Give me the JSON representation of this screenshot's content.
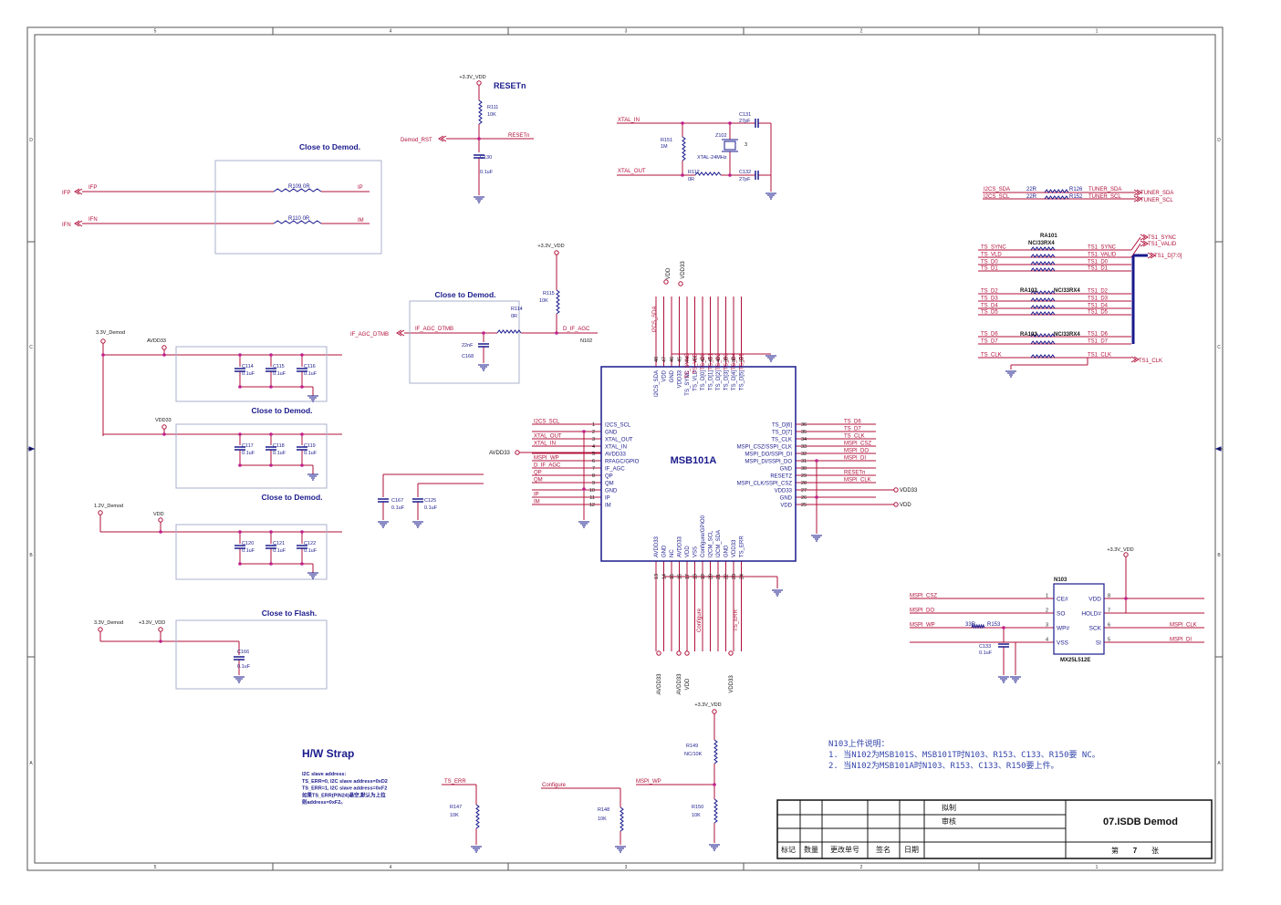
{
  "frame": {
    "col_marks": [
      "5",
      "4",
      "3",
      "2",
      "1"
    ],
    "row_marks": [
      "D",
      "C",
      "B",
      "A"
    ]
  },
  "titles": {
    "close1": "Close to Demod.",
    "close2": "Close to Demod.",
    "close3": "Close to Demod.",
    "close4": "Close to Flash.",
    "hw_strap": "H/W Strap",
    "reset": "RESETn"
  },
  "strap_notes": [
    "I2C slave address:",
    "TS_ERR=0, I2C slave address=0xD2",
    "TS_ERR=1, I2C slave address=0xF2",
    "如果TS_ERR(PIN24)悬空,默认为上拉",
    "则address=0xF2。"
  ],
  "n103_notes": [
    "N103上件说明：",
    "1. 当N102为MSB101S、MSB101T时N103、R153、C133、R150要 NC。",
    "2. 当N102为MSB101A时N103、R153、C133、R150要上件。"
  ],
  "title_block": {
    "draw": "拟制",
    "check": "审核",
    "sheet_title": "07.ISDB Demod",
    "hdr": [
      "标记",
      "数量",
      "更改单号",
      "签名",
      "日期"
    ],
    "page_a": "第",
    "page_n": "7",
    "page_b": "张"
  },
  "chip": {
    "name": "MSB101A",
    "ref": "N102",
    "left_pins": [
      {
        "n": "1",
        "name": "I2CS_SCL",
        "net": "I2CS_SCL"
      },
      {
        "n": "2",
        "name": "GND",
        "net": ""
      },
      {
        "n": "3",
        "name": "XTAL_OUT",
        "net": "XTAL_OUT"
      },
      {
        "n": "4",
        "name": "XTAL_IN",
        "net": "XTAL_IN"
      },
      {
        "n": "5",
        "name": "AVDD33",
        "net": ""
      },
      {
        "n": "6",
        "name": "RFAGC/GPIO",
        "net": "MSPI_WP"
      },
      {
        "n": "7",
        "name": "IF_AGC",
        "net": "D_IF_AGC"
      },
      {
        "n": "8",
        "name": "QP",
        "net": "QP"
      },
      {
        "n": "9",
        "name": "QM",
        "net": "QM"
      },
      {
        "n": "10",
        "name": "GND",
        "net": ""
      },
      {
        "n": "11",
        "name": "IP",
        "net": "IP"
      },
      {
        "n": "12",
        "name": "IM",
        "net": "IM"
      }
    ],
    "right_pins": [
      {
        "n": "36",
        "name": "TS_D[6]",
        "net": "TS_D6"
      },
      {
        "n": "35",
        "name": "TS_D[7]",
        "net": "TS_D7"
      },
      {
        "n": "34",
        "name": "TS_CLK",
        "net": "TS_CLK"
      },
      {
        "n": "33",
        "name": "MSPI_CSZ/SSPI_CLK",
        "net": "MSPI_CSZ"
      },
      {
        "n": "32",
        "name": "MSPI_DO/SSPI_DI",
        "net": "MSPI_DO"
      },
      {
        "n": "31",
        "name": "MSPI_DI/SSPI_DO",
        "net": "MSPI_DI"
      },
      {
        "n": "30",
        "name": "GND",
        "net": ""
      },
      {
        "n": "29",
        "name": "RESETZ",
        "net": "RESETn"
      },
      {
        "n": "28",
        "name": "MSPI_CLK/SSPI_CSZ",
        "net": "MSPI_CLK"
      },
      {
        "n": "27",
        "name": "VDD33",
        "net": ""
      },
      {
        "n": "26",
        "name": "GND",
        "net": ""
      },
      {
        "n": "25",
        "name": "VDD",
        "net": ""
      }
    ],
    "top_pins": [
      {
        "n": "48",
        "name": "I2CS_SDA",
        "net": "I2CS_SDA"
      },
      {
        "n": "47",
        "name": "VDD",
        "net": "VDD"
      },
      {
        "n": "46",
        "name": "GND",
        "net": ""
      },
      {
        "n": "45",
        "name": "VDD33",
        "net": "VDD33"
      },
      {
        "n": "44",
        "name": "TS_SYNC",
        "net": "TS_SYNC"
      },
      {
        "n": "43",
        "name": "TS_VLD",
        "net": "TS_VLD"
      },
      {
        "n": "42",
        "name": "TS_D[0]",
        "net": "TS_D0"
      },
      {
        "n": "41",
        "name": "TS_D[1]",
        "net": "TS_D1"
      },
      {
        "n": "40",
        "name": "TS_D[2]",
        "net": "TS_D2"
      },
      {
        "n": "39",
        "name": "TS_D[3]",
        "net": "TS_D3"
      },
      {
        "n": "38",
        "name": "TS_D[4]",
        "net": "TS_D4"
      },
      {
        "n": "37",
        "name": "TS_D[5]",
        "net": "TS_D5"
      }
    ],
    "bottom_pins": [
      {
        "n": "13",
        "name": "AVDD33",
        "net": "AVDD33"
      },
      {
        "n": "14",
        "name": "GND",
        "net": ""
      },
      {
        "n": "15",
        "name": "NC",
        "net": ""
      },
      {
        "n": "16",
        "name": "AVDD33",
        "net": "AVDD33"
      },
      {
        "n": "17",
        "name": "VDD",
        "net": "VDD"
      },
      {
        "n": "18",
        "name": "VSS",
        "net": ""
      },
      {
        "n": "19",
        "name": "Configure/GPIO0",
        "net": "Configure"
      },
      {
        "n": "20",
        "name": "I2CM_SCL",
        "net": ""
      },
      {
        "n": "21",
        "name": "I2CM_SDA",
        "net": ""
      },
      {
        "n": "22",
        "name": "GND",
        "net": ""
      },
      {
        "n": "23",
        "name": "VDD33",
        "net": "VDD33"
      },
      {
        "n": "24",
        "name": "TS_ERR",
        "net": "TS_ERR"
      }
    ],
    "side_labels": {
      "avdd33": "AVDD33",
      "vdd33": "VDD33",
      "vdd": "VDD"
    }
  },
  "flash": {
    "ref": "N103",
    "part": "MX25L512E",
    "left_pins": [
      {
        "n": "1",
        "name": "CE#",
        "net": "MSPI_CSZ"
      },
      {
        "n": "2",
        "name": "SO",
        "net": "MSPI_DO"
      },
      {
        "n": "3",
        "name": "WP#",
        "net": "MSPI_WP"
      },
      {
        "n": "4",
        "name": "VSS",
        "net": ""
      }
    ],
    "right_pins": [
      {
        "n": "8",
        "name": "VDD",
        "net": ""
      },
      {
        "n": "7",
        "name": "HOLD#",
        "net": ""
      },
      {
        "n": "6",
        "name": "SCK",
        "net": "MSPI_CLK"
      },
      {
        "n": "5",
        "name": "SI",
        "net": "MSPI_DI"
      }
    ],
    "supply": "+3.3V_VDD",
    "r153": {
      "ref": "R153",
      "val": "33R"
    },
    "c133": {
      "ref": "C133",
      "val": "0.1uF"
    }
  },
  "reset_circuit": {
    "supply": "+3.3V_VDD",
    "r": {
      "ref": "R111",
      "val": "10K"
    },
    "c": {
      "ref": "C130",
      "val": "0.1uF"
    },
    "port": "Demod_RST",
    "net": "RESETn"
  },
  "crystal": {
    "in": "XTAL_IN",
    "out": "XTAL_OUT",
    "c131": {
      "ref": "C131",
      "val": "27pF"
    },
    "c132": {
      "ref": "C132",
      "val": "27pF"
    },
    "z": {
      "ref": "Z102",
      "val": "XTAL-24MHz",
      "pin": "3"
    },
    "r151": {
      "ref": "R151",
      "val": "1M"
    },
    "r112": {
      "ref": "R112",
      "val": "0R"
    }
  },
  "if_input": {
    "ifp": "IFP",
    "ifn": "IFN",
    "ip": "IP",
    "im": "IM",
    "r109": {
      "ref": "R109",
      "val": "0R"
    },
    "r110": {
      "ref": "R110",
      "val": "0R"
    }
  },
  "if_agc": {
    "port": "IF_AGC_DTMB",
    "net": "D_IF_AGC",
    "ref_label": "N102",
    "supply": "+3.3V_VDD",
    "r115": {
      "ref": "R115",
      "val": "10K"
    },
    "r114": {
      "ref": "R114",
      "val": "0R"
    },
    "c168": {
      "ref": "C168",
      "val": "22nF"
    }
  },
  "i2c": {
    "scl_in": "I2CS_SCL",
    "sda_in": "I2CS_SDA",
    "r126": {
      "ref": "R126",
      "val": "22R"
    },
    "r152": {
      "ref": "R152",
      "val": "22R"
    },
    "sda_out": "TUNER_SDA",
    "scl_out": "TUNER_SCL"
  },
  "ts_bus": {
    "ra101": {
      "ref": "RA101",
      "val": "NC/33RX4"
    },
    "ra102": {
      "ref": "RA102",
      "val": "NC/33RX4"
    },
    "ra103": {
      "ref": "RA103",
      "val": "NC/33RX4"
    },
    "left": [
      "TS_SYNC",
      "TS_VLD",
      "TS_D0",
      "TS_D1",
      "TS_D2",
      "TS_D3",
      "TS_D4",
      "TS_D5",
      "TS_D6",
      "TS_D7",
      "TS_CLK"
    ],
    "right": [
      "TS1_SYNC",
      "TS1_VALID",
      "TS1_D0",
      "TS1_D1",
      "TS1_D2",
      "TS1_D3",
      "TS1_D4",
      "TS1_D5",
      "TS1_D6",
      "TS1_D7",
      "TS1_CLK"
    ],
    "port_sync": "TS1_SYNC",
    "port_valid": "TS1_VALID",
    "port_data": "TS1_D[7:0]",
    "port_clk": "TS1_CLK"
  },
  "decoupling": {
    "g1": {
      "src": "3.3V_Demod",
      "rail": "AVDD33",
      "caps": [
        {
          "ref": "C114",
          "val": "0.1uF"
        },
        {
          "ref": "C115",
          "val": "0.1uF"
        },
        {
          "ref": "C116",
          "val": "0.1uF"
        }
      ]
    },
    "g2": {
      "rail": "VDD33",
      "caps": [
        {
          "ref": "C117",
          "val": "0.1uF"
        },
        {
          "ref": "C118",
          "val": "0.1uF"
        },
        {
          "ref": "C119",
          "val": "0.1uF"
        }
      ]
    },
    "g3": {
      "src": "1.2V_Demod",
      "rail": "VDD",
      "caps": [
        {
          "ref": "C120",
          "val": "0.1uF"
        },
        {
          "ref": "C121",
          "val": "0.1uF"
        },
        {
          "ref": "C122",
          "val": "0.1uF"
        }
      ]
    },
    "g4": {
      "src": "3.3V_Demod",
      "rail": "+3.3V_VDD",
      "caps": [
        {
          "ref": "C166",
          "val": "0.1uF"
        }
      ]
    },
    "c167": {
      "ref": "C167",
      "val": "0.1uF"
    },
    "c125": {
      "ref": "C125",
      "val": "0.1uF"
    }
  },
  "strap": {
    "ts_err": "TS_ERR",
    "configure": "Configure",
    "mspi_wp": "MSPI_WP",
    "supply": "+3.3V_VDD",
    "r147": {
      "ref": "R147",
      "val": "10K"
    },
    "r148": {
      "ref": "R148",
      "val": "10K"
    },
    "r149": {
      "ref": "R149",
      "val": "NC/10K"
    },
    "r150": {
      "ref": "R150",
      "val": "10K"
    }
  }
}
